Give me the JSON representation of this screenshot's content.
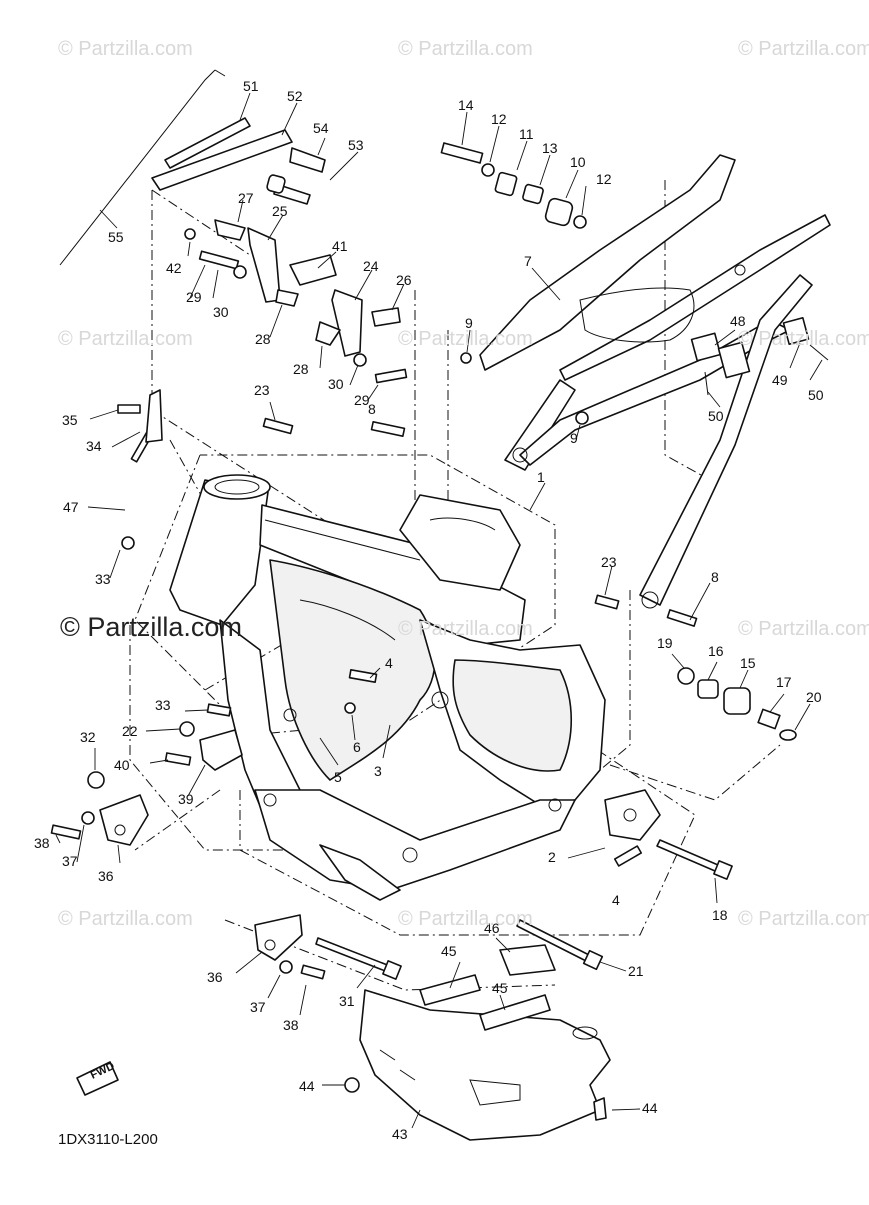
{
  "diagram_code": "1DX3110-L200",
  "fwd_label": "FWD",
  "watermark_small": "© Partzilla.com",
  "watermark_large": "© Partzilla.com",
  "callouts": [
    "1",
    "2",
    "3",
    "4",
    "5",
    "6",
    "7",
    "8",
    "9",
    "10",
    "11",
    "12",
    "13",
    "14",
    "15",
    "16",
    "17",
    "18",
    "19",
    "20",
    "21",
    "22",
    "23",
    "24",
    "25",
    "26",
    "27",
    "28",
    "29",
    "30",
    "31",
    "32",
    "33",
    "34",
    "35",
    "36",
    "37",
    "38",
    "39",
    "40",
    "41",
    "42",
    "43",
    "44",
    "45",
    "46",
    "47",
    "48",
    "49",
    "50",
    "51",
    "52",
    "53",
    "54",
    "55"
  ]
}
